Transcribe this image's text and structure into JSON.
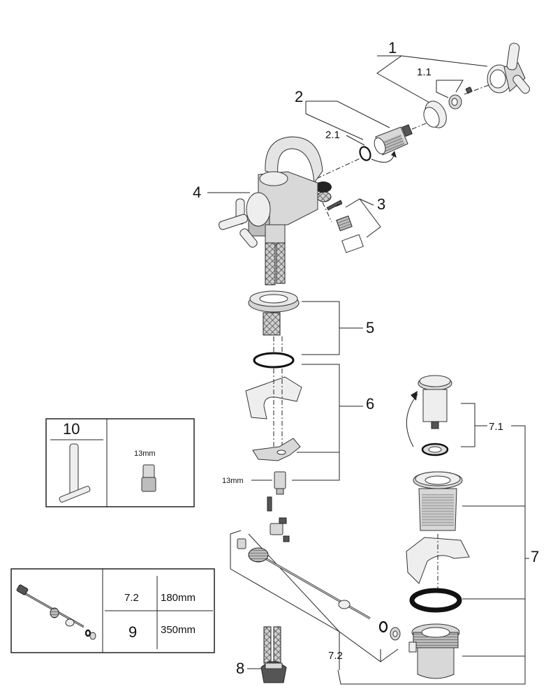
{
  "labels": {
    "p1": "1",
    "p1_1": "1.1",
    "p2": "2",
    "p2_1": "2.1",
    "p3": "3",
    "p4": "4",
    "p5": "5",
    "p6": "6",
    "p7": "7",
    "p7_1": "7.1",
    "p7_2": "7.2",
    "p8": "8",
    "p10": "10",
    "size_13mm_a": "13mm",
    "size_13mm_b": "13mm"
  },
  "table": {
    "rows": [
      {
        "part": "7.2",
        "length": "180mm"
      },
      {
        "part": "9",
        "length": "350mm"
      }
    ]
  }
}
